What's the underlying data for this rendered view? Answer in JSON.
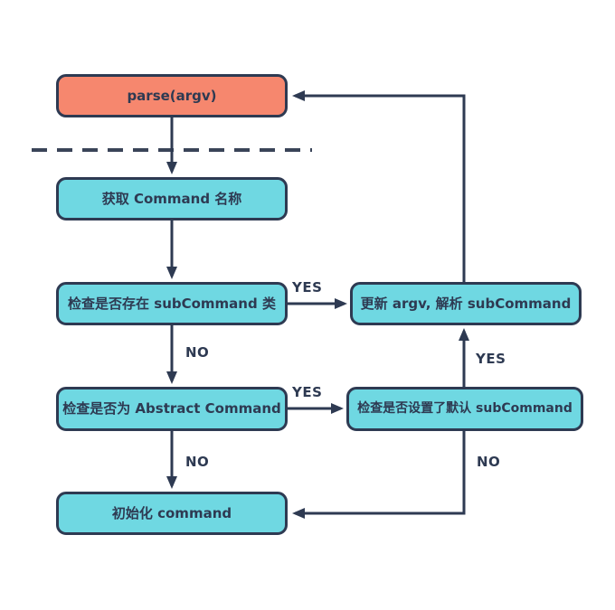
{
  "colors": {
    "background": "#FFFFFF",
    "node_fill_primary": "#6FD8E2",
    "node_fill_accent": "#F6876E",
    "stroke": "#2E3A52",
    "text": "#2E3A52"
  },
  "flowchart": {
    "type": "flowchart",
    "nodes": [
      {
        "id": "parse-argv",
        "label": "parse(argv)",
        "style": "accent"
      },
      {
        "id": "get-command-name",
        "label": "获取 Command 名称",
        "style": "primary"
      },
      {
        "id": "check-subcommand-exists",
        "label": "检查是否存在 subCommand 类",
        "style": "primary"
      },
      {
        "id": "update-argv-parse-subcmd",
        "label": "更新 argv, 解析 subCommand",
        "style": "primary"
      },
      {
        "id": "check-abstract-command",
        "label": "检查是否为 Abstract Command",
        "style": "primary"
      },
      {
        "id": "check-default-subcommand",
        "label": "检查是否设置了默认 subCommand",
        "style": "primary"
      },
      {
        "id": "init-command",
        "label": "初始化 command",
        "style": "primary"
      }
    ],
    "edges": [
      {
        "from": "parse-argv",
        "to": "get-command-name",
        "label": ""
      },
      {
        "from": "get-command-name",
        "to": "check-subcommand-exists",
        "label": ""
      },
      {
        "from": "check-subcommand-exists",
        "to": "update-argv-parse-subcmd",
        "label": "YES"
      },
      {
        "from": "check-subcommand-exists",
        "to": "check-abstract-command",
        "label": "NO"
      },
      {
        "from": "check-abstract-command",
        "to": "check-default-subcommand",
        "label": "YES"
      },
      {
        "from": "check-abstract-command",
        "to": "init-command",
        "label": "NO"
      },
      {
        "from": "check-default-subcommand",
        "to": "update-argv-parse-subcmd",
        "label": "YES"
      },
      {
        "from": "check-default-subcommand",
        "to": "init-command",
        "label": "NO"
      },
      {
        "from": "update-argv-parse-subcmd",
        "to": "parse-argv",
        "label": ""
      }
    ],
    "edge_labels": {
      "subcommand_yes": "YES",
      "subcommand_no": "NO",
      "abstract_yes": "YES",
      "abstract_no": "NO",
      "default_yes": "YES",
      "default_no": "NO"
    }
  }
}
